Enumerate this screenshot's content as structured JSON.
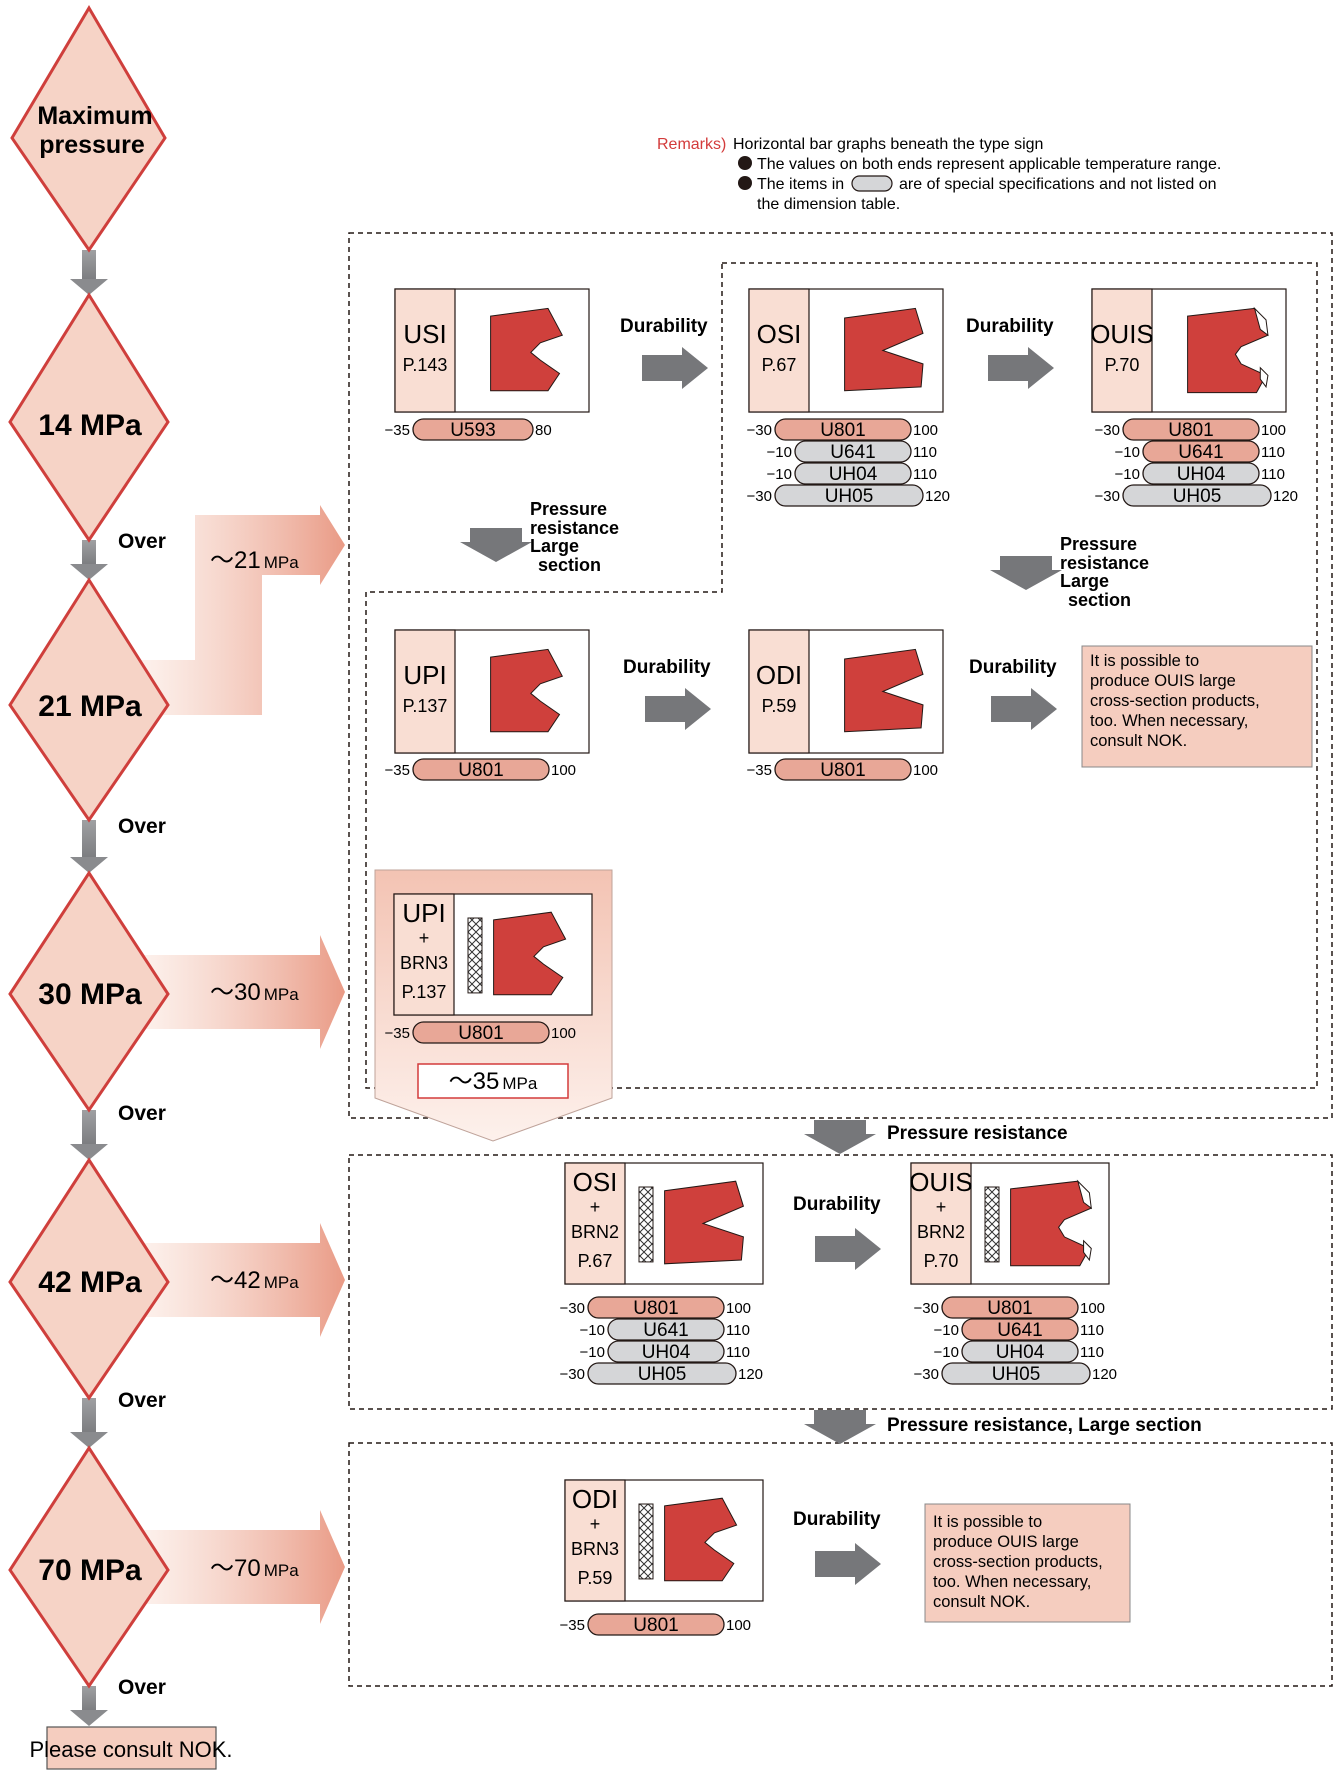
{
  "colors": {
    "diamond_fill": "#f6d3c6",
    "diamond_stroke": "#cf3f3c",
    "arrow_grey": "#76777a",
    "seal_red": "#cf403c",
    "bar_pink": "#e8a797",
    "bar_grey": "#d5d6d8",
    "label_tint": "#f9ded3",
    "remarks_red": "#d33b3b",
    "note_fill": "#f5cdbf"
  },
  "remarks": {
    "label": "Remarks)",
    "line1": "Horizontal bar graphs beneath the type sign",
    "line2": "The values on both ends represent applicable temperature range.",
    "line3a": "The items in",
    "line3b": "are of special specifications and not listed on",
    "line4": "the  dimension table."
  },
  "levels": {
    "start": [
      "Maximum",
      "pressure"
    ],
    "p14": "14 MPa",
    "p21": "21 MPa",
    "p30": "30 MPa",
    "p42": "42 MPa",
    "p70": "70 MPa",
    "over": "Over",
    "end": "Please consult NOK."
  },
  "ranges": {
    "r21": "～21",
    "r30": "～30",
    "r42": "～42",
    "r70": "～70",
    "r35": "～35",
    "unit": "MPa"
  },
  "flow": {
    "durability": "Durability",
    "pres_res_large": [
      "Pressure",
      "resistance",
      "Large",
      "section"
    ],
    "pres_res": "Pressure resistance",
    "pres_res_large_inline": "Pressure resistance, Large section"
  },
  "products": {
    "usi": {
      "name": "USI",
      "page": "P.143"
    },
    "osi": {
      "name": "OSI",
      "page": "P.67"
    },
    "ouis": {
      "name": "OUIS",
      "page": "P.70"
    },
    "upi": {
      "name": "UPI",
      "page": "P.137"
    },
    "odi": {
      "name": "ODI",
      "page": "P.59"
    },
    "upi_brn3": {
      "name": "UPI",
      "plus": "+",
      "backup": "BRN3",
      "page": "P.137"
    },
    "osi_brn2": {
      "name": "OSI",
      "plus": "+",
      "backup": "BRN2",
      "page": "P.67"
    },
    "ouis_brn2": {
      "name": "OUIS",
      "plus": "+",
      "backup": "BRN2",
      "page": "P.70"
    },
    "odi_brn3": {
      "name": "ODI",
      "plus": "+",
      "backup": "BRN3",
      "page": "P.59"
    }
  },
  "materials": {
    "usi": [
      {
        "min": "−35",
        "name": "U593",
        "max": "80",
        "special": false
      }
    ],
    "osi": [
      {
        "min": "−30",
        "name": "U801",
        "max": "100",
        "special": false
      },
      {
        "min": "−10",
        "name": "U641",
        "max": "110",
        "special": true
      },
      {
        "min": "−10",
        "name": "UH04",
        "max": "110",
        "special": true
      },
      {
        "min": "−30",
        "name": "UH05",
        "max": "120",
        "special": true
      }
    ],
    "ouis": [
      {
        "min": "−30",
        "name": "U801",
        "max": "100",
        "special": false
      },
      {
        "min": "−10",
        "name": "U641",
        "max": "110",
        "special": false
      },
      {
        "min": "−10",
        "name": "UH04",
        "max": "110",
        "special": true
      },
      {
        "min": "−30",
        "name": "UH05",
        "max": "120",
        "special": true
      }
    ],
    "upi": [
      {
        "min": "−35",
        "name": "U801",
        "max": "100",
        "special": false
      }
    ],
    "odi": [
      {
        "min": "−35",
        "name": "U801",
        "max": "100",
        "special": false
      }
    ],
    "upi_brn3": [
      {
        "min": "−35",
        "name": "U801",
        "max": "100",
        "special": false
      }
    ],
    "osi_brn2": [
      {
        "min": "−30",
        "name": "U801",
        "max": "100",
        "special": false
      },
      {
        "min": "−10",
        "name": "U641",
        "max": "110",
        "special": true
      },
      {
        "min": "−10",
        "name": "UH04",
        "max": "110",
        "special": true
      },
      {
        "min": "−30",
        "name": "UH05",
        "max": "120",
        "special": true
      }
    ],
    "ouis_brn2": [
      {
        "min": "−30",
        "name": "U801",
        "max": "100",
        "special": false
      },
      {
        "min": "−10",
        "name": "U641",
        "max": "110",
        "special": false
      },
      {
        "min": "−10",
        "name": "UH04",
        "max": "110",
        "special": true
      },
      {
        "min": "−30",
        "name": "UH05",
        "max": "120",
        "special": true
      }
    ],
    "odi_brn3": [
      {
        "min": "−35",
        "name": "U801",
        "max": "100",
        "special": false
      }
    ]
  },
  "notes": {
    "ouis_large": [
      "It is possible to",
      "produce OUIS large",
      "cross-section products,",
      "too.  When necessary,",
      "consult NOK."
    ]
  }
}
